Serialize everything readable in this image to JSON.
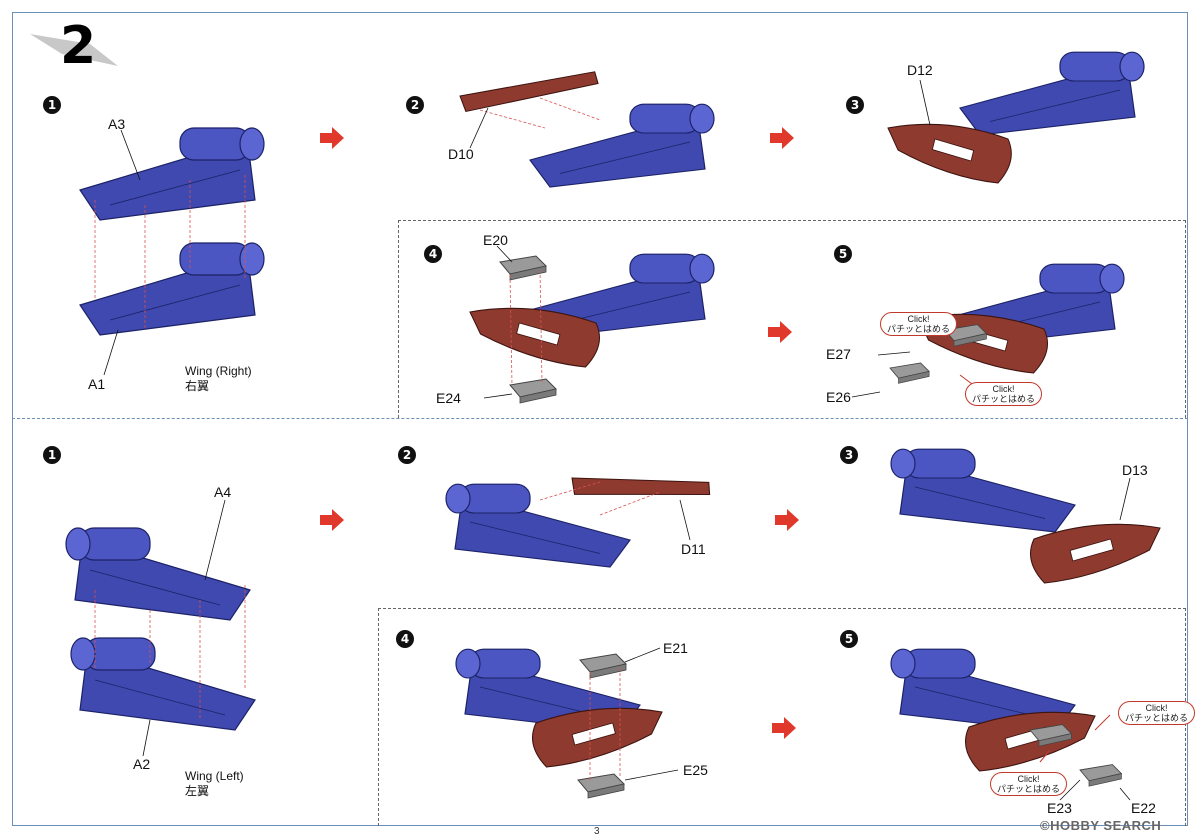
{
  "section_number": "2",
  "page_number": "3",
  "watermark": "©HOBBY SEARCH",
  "click_label": "Click!",
  "click_jp": "パチッとはめる",
  "colors": {
    "wing_blue": "#3f49b0",
    "flap_red": "#8e3a2f",
    "part_grey": "#9a9a9a",
    "arrow_red": "#e0392b",
    "border_blue": "#6a8fb8"
  },
  "right_wing": {
    "steps": [
      "1",
      "2",
      "3",
      "4",
      "5"
    ],
    "parts": {
      "upper": "A3",
      "lower": "A1",
      "flap": "D10",
      "fence": "D12",
      "bracket_top": "E20",
      "bracket_bottom": "E24",
      "adapter": "E27",
      "cap": "E26"
    },
    "caption_en": "Wing (Right)",
    "caption_jp": "右翼"
  },
  "left_wing": {
    "steps": [
      "1",
      "2",
      "3",
      "4",
      "5"
    ],
    "parts": {
      "upper": "A4",
      "lower": "A2",
      "flap": "D11",
      "fence": "D13",
      "bracket_top": "E21",
      "bracket_bottom": "E25",
      "adapter": "E23",
      "cap": "E22"
    },
    "caption_en": "Wing (Left)",
    "caption_jp": "左翼"
  }
}
